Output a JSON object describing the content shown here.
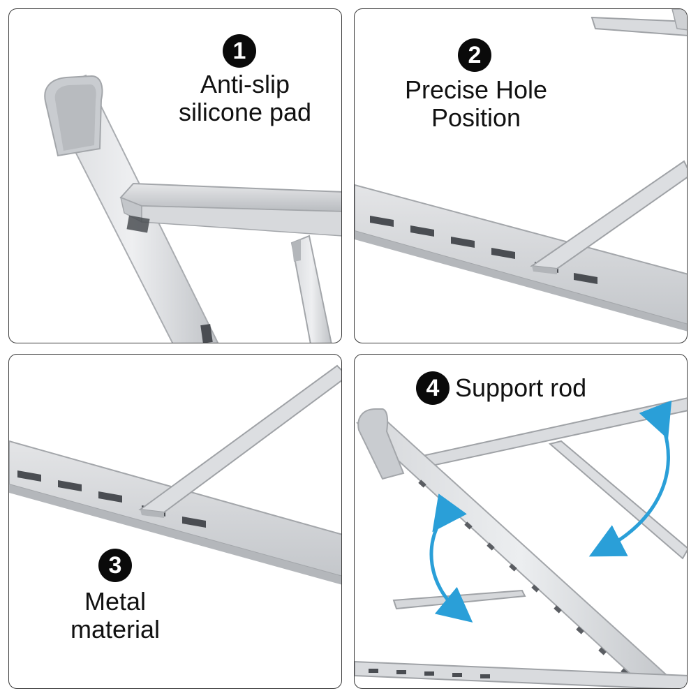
{
  "features": [
    {
      "number": "1",
      "line1": "Anti-slip",
      "line2": "silicone pad"
    },
    {
      "number": "2",
      "line1": "Precise Hole",
      "line2": "Position"
    },
    {
      "number": "3",
      "line1": "Metal",
      "line2": "material"
    },
    {
      "number": "4",
      "line1": "Support rod"
    }
  ],
  "colors": {
    "metal_light": "#e9eaec",
    "metal_mid": "#cfd1d4",
    "metal_dark": "#a9acb0",
    "hole": "#4a4d52",
    "arrow": "#2a9fd8",
    "border": "#3a3a3a"
  }
}
